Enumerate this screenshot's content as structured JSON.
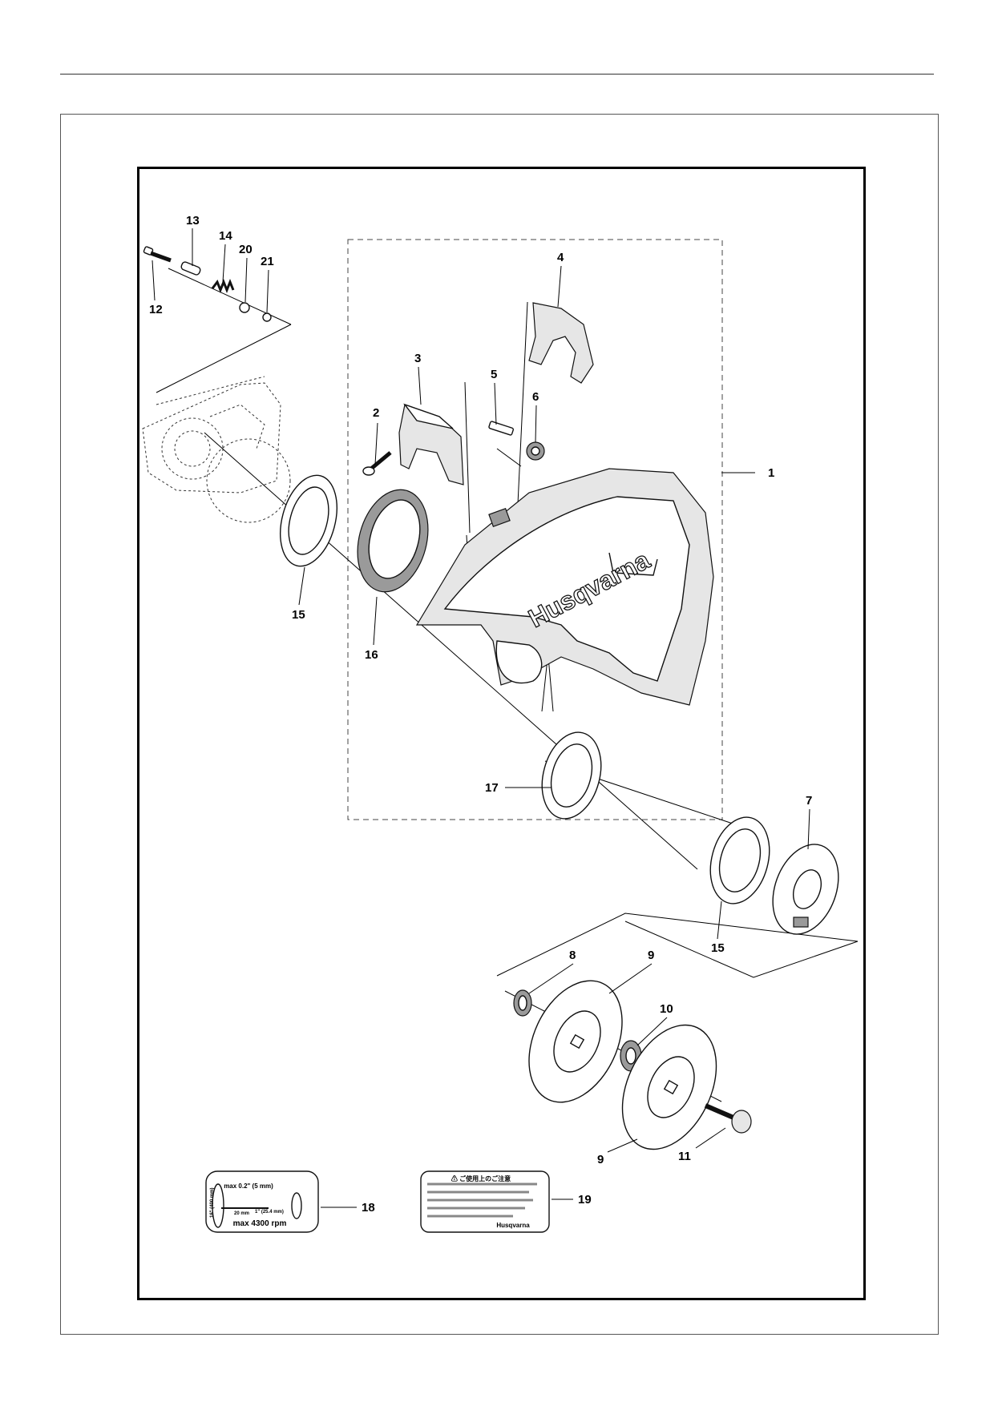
{
  "callouts": {
    "c1": "1",
    "c2": "2",
    "c3": "3",
    "c4": "4",
    "c5": "5",
    "c6": "6",
    "c7": "7",
    "c8": "8",
    "c9a": "9",
    "c9b": "9",
    "c10": "10",
    "c11": "11",
    "c12": "12",
    "c13": "13",
    "c14": "14",
    "c15a": "15",
    "c15b": "15",
    "c16": "16",
    "c17": "17",
    "c18": "18",
    "c19": "19",
    "c20": "20",
    "c21": "21"
  },
  "guard_brand": "Husqvarna",
  "decal18": {
    "max_depth": "max 0.2\" (5 mm)",
    "diameter": "16\" (400 mm)",
    "shaft": "20 mm",
    "arbor": "1\" (25.4 mm)",
    "rpm": "max 4300 rpm"
  },
  "decal19": {
    "warning_header": "⚠ ご使用上のご注意",
    "brand": "Husqvarna"
  }
}
